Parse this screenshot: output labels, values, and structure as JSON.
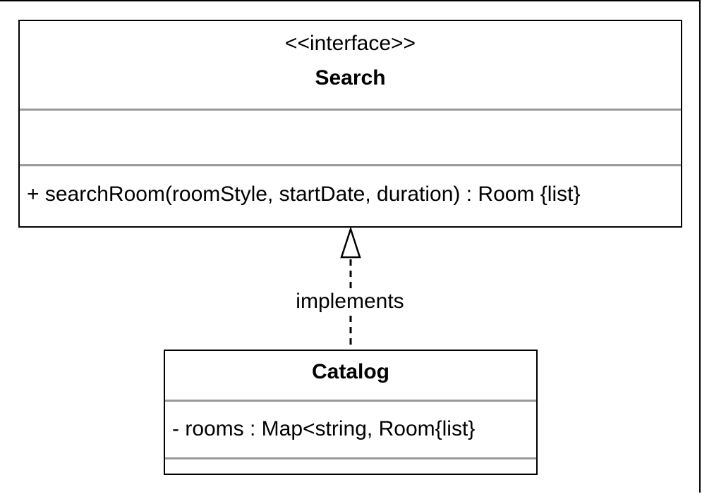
{
  "interface": {
    "stereotype": "<<interface>>",
    "name": "Search",
    "attributes": [],
    "operations": [
      "+ searchRoom(roomStyle, startDate, duration) : Room {list}"
    ]
  },
  "implementing_class": {
    "name": "Catalog",
    "attributes": [
      "- rooms : Map<string, Room{list}"
    ],
    "operations": []
  },
  "relationship": {
    "type": "realization",
    "label": "implements",
    "line_style": "dashed",
    "arrowhead": "hollow-triangle"
  }
}
